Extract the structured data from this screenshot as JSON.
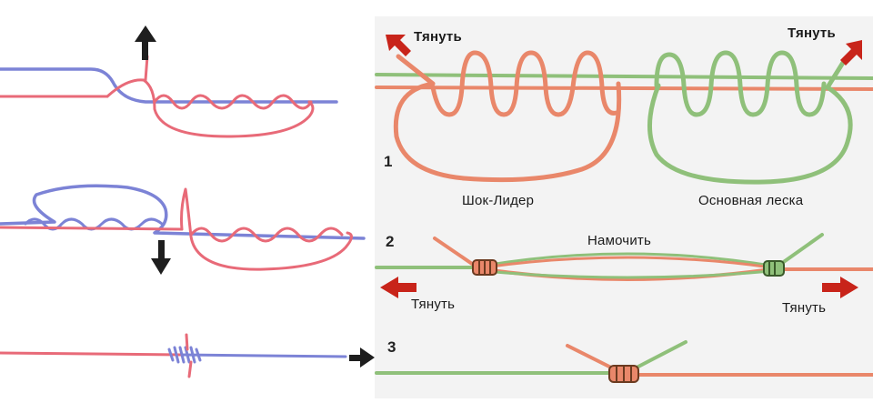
{
  "labels": {
    "pull": "Тянуть",
    "shock_leader": "Шок-Лидер",
    "main_line": "Основная леска",
    "wet": "Намочить"
  },
  "steps": [
    "1",
    "2",
    "3"
  ],
  "colors": {
    "blue_line": "#7c83d6",
    "red_line": "#e86a78",
    "green_line": "#8fc07a",
    "salmon_line": "#e9876a",
    "dark_arrow": "#1e1e1e",
    "red_arrow": "#c8241a",
    "right_panel_bg": "#f3f3f3"
  },
  "icons": {
    "arrow_up": "arrow-up-icon",
    "arrow_down": "arrow-down-icon",
    "arrow_right": "arrow-right-icon"
  }
}
